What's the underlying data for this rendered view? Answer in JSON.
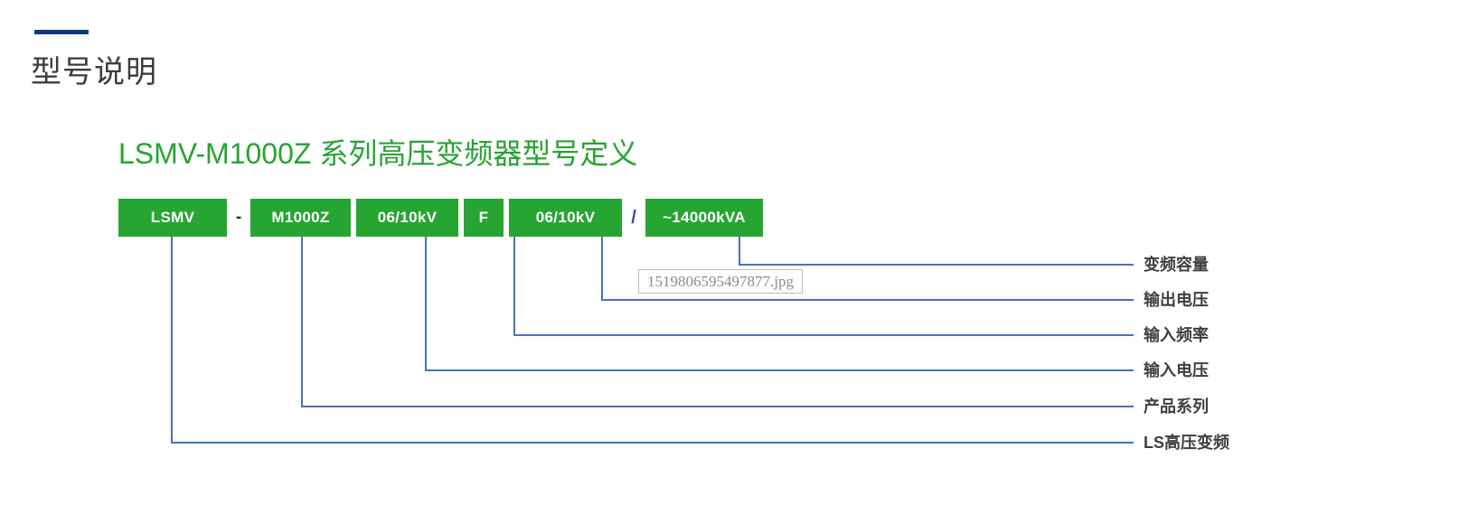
{
  "page": {
    "section_title": "型号说明",
    "accent_color": "#0b3b78",
    "green": "#26a533",
    "line_color": "#4472c4"
  },
  "diagram": {
    "title": "LSMV-M1000Z 系列高压变频器型号定义",
    "title_color": "#28a330",
    "code_parts": [
      {
        "type": "box",
        "text": "LSMV"
      },
      {
        "type": "sep",
        "text": "-"
      },
      {
        "type": "box",
        "text": "M1000Z"
      },
      {
        "type": "box",
        "text": "06/10kV"
      },
      {
        "type": "box",
        "text": "F"
      },
      {
        "type": "box",
        "text": "06/10kV"
      },
      {
        "type": "sep",
        "text": "/"
      },
      {
        "type": "box",
        "text": "~14000kVA"
      }
    ],
    "legend": [
      {
        "label": "变频容量",
        "source": "~14000kVA"
      },
      {
        "label": "输出电压",
        "source": "06/10kV"
      },
      {
        "label": "输入频率",
        "source": "F"
      },
      {
        "label": "输入电压",
        "source": "06/10kV"
      },
      {
        "label": "产品系列",
        "source": "M1000Z"
      },
      {
        "label": "LS高压变频",
        "source": "LSMV"
      }
    ]
  },
  "tooltip": {
    "filename": "1519806595497877.jpg"
  }
}
